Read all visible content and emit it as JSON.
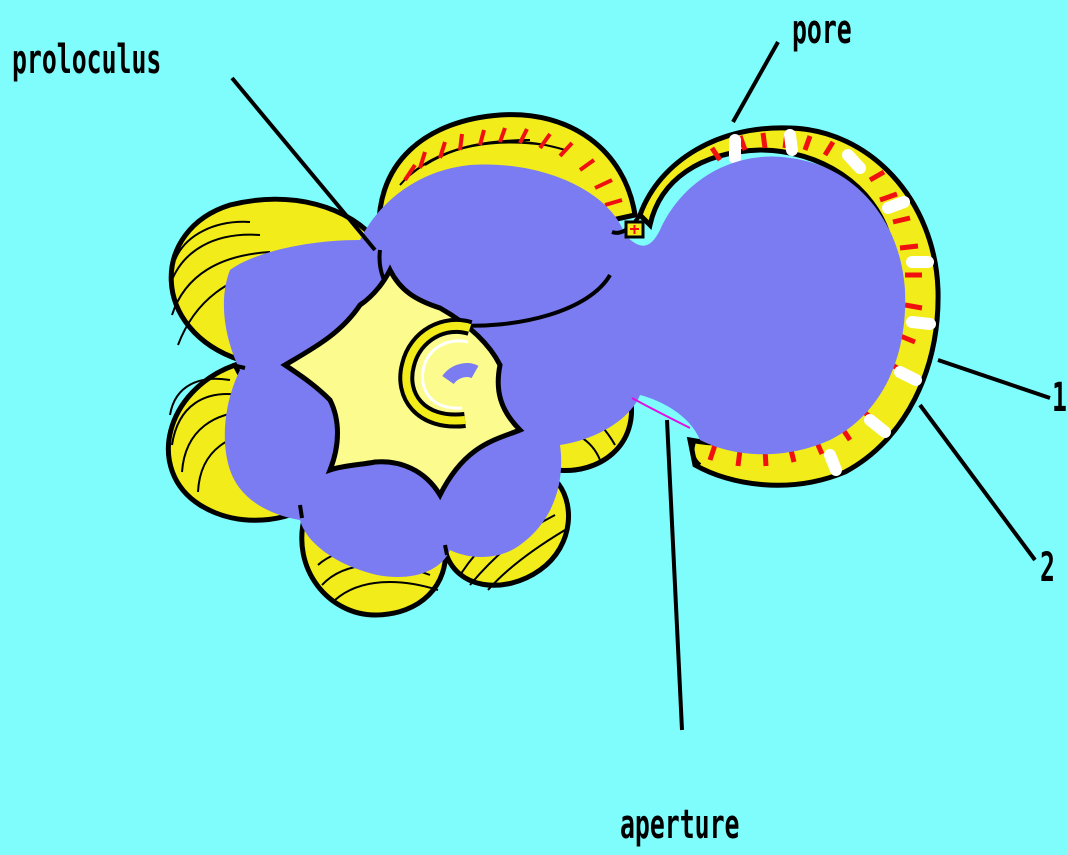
{
  "labels": {
    "proloculus": "proloculus",
    "pore": "pore",
    "aperture": "aperture",
    "right_label_1": "1",
    "right_label_2": "2"
  },
  "colors": {
    "background": "#7ffcfc",
    "chamber_fill": "#7b7bf2",
    "wall_yellow": "#f2ec1a",
    "wall_lines": "#000000",
    "proloculus_fill": "#fbfb8e",
    "pore_red": "#f01010",
    "pore_white": "#ffffff",
    "aperture_line": "#e010e0"
  },
  "icons": {
    "foraminifera": "foraminifera-shell-diagram"
  }
}
